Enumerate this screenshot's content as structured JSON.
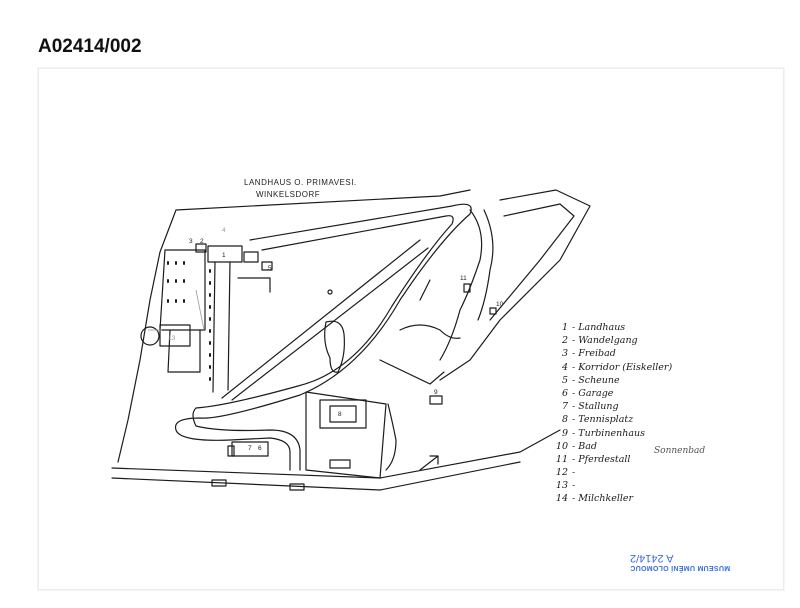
{
  "archive_id": "A02414/002",
  "plan_title_line1": "LANDHAUS O. PRIMAVESI.",
  "plan_title_line2": "WINKELSDORF",
  "legend": [
    {
      "num": "1",
      "label": "Landhaus"
    },
    {
      "num": "2",
      "label": "Wandelgang"
    },
    {
      "num": "3",
      "label": "Freibad"
    },
    {
      "num": "4",
      "label": "Korridor (Eiskeller)"
    },
    {
      "num": "5",
      "label": "Scheune"
    },
    {
      "num": "6",
      "label": "Garage"
    },
    {
      "num": "7",
      "label": "Stallung"
    },
    {
      "num": "8",
      "label": "Tennisplatz"
    },
    {
      "num": "9",
      "label": "Turbinenhaus"
    },
    {
      "num": "10",
      "label": "Bad"
    },
    {
      "num": "11",
      "label": "Pferdestall"
    },
    {
      "num": "12",
      "label": ""
    },
    {
      "num": "13",
      "label": ""
    },
    {
      "num": "14",
      "label": "Milchkeller"
    }
  ],
  "legend_note": "Sonnenbad",
  "plan_numbers": [
    "1",
    "2",
    "3",
    "4",
    "5",
    "6",
    "7",
    "8",
    "9",
    "10",
    "11",
    "13"
  ],
  "stamp": {
    "line1": "MUSEUM UMĚNÍ OLOMOUC",
    "line2": "A 2414/2"
  },
  "colors": {
    "ink": "#1c1c1c",
    "pencil": "#9a9a9a",
    "stamp": "#3b6fd6"
  }
}
